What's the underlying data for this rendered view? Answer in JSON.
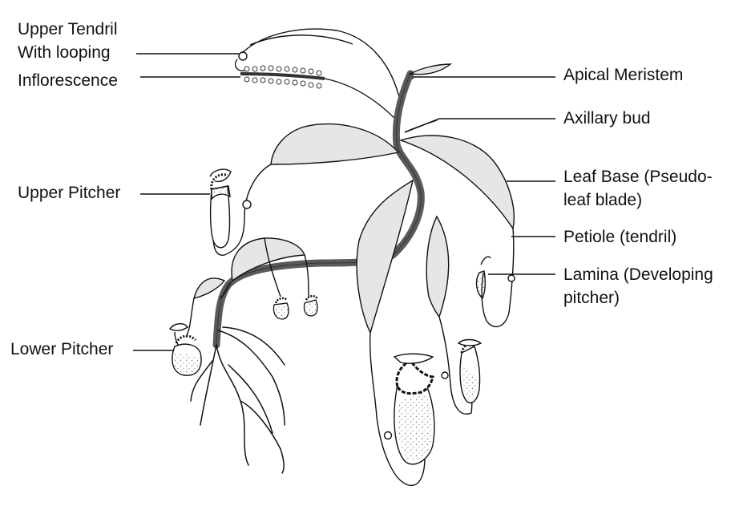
{
  "labels": {
    "upper_tendril_line1": "Upper Tendril",
    "upper_tendril_line2": "With looping",
    "inflorescence": "Inflorescence",
    "upper_pitcher": "Upper Pitcher",
    "lower_pitcher": "Lower Pitcher",
    "apical_meristem": "Apical Meristem",
    "axillary_bud": "Axillary bud",
    "leaf_base_line1": "Leaf Base (Pseudo-",
    "leaf_base_line2": "leaf blade)",
    "petiole": "Petiole (tendril)",
    "lamina_line1": "Lamina (Developing",
    "lamina_line2": "pitcher)"
  },
  "colors": {
    "ink": "#111111",
    "stem": "#5a5a5a",
    "leaf_fill": "#e6e6e6",
    "pitcher_fill": "#ffffff",
    "speckle": "#777777"
  }
}
